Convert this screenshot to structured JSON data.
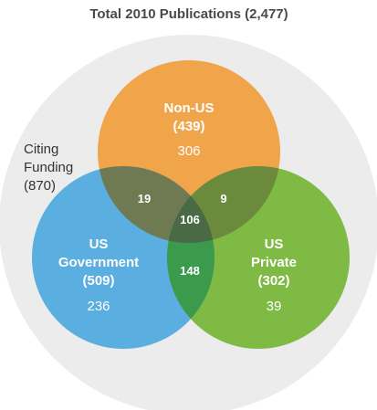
{
  "title": "Total 2010 Publications (2,477)",
  "outer": {
    "label_line1": "Citing",
    "label_line2": "Funding",
    "count": "(870)"
  },
  "sets": {
    "non_us": {
      "name": "Non-US",
      "total": "(439)",
      "only": "306",
      "color": "#f0a54a"
    },
    "us_government": {
      "name_line1": "US",
      "name_line2": "Government",
      "total": "(509)",
      "only": "236",
      "color": "#5aaee0"
    },
    "us_private": {
      "name_line1": "US",
      "name_line2": "Private",
      "total": "(302)",
      "only": "39",
      "color": "#7fba45"
    }
  },
  "overlaps": {
    "non_us_and_us_government": "19",
    "non_us_and_us_private": "9",
    "all_three": "106",
    "us_government_and_us_private": "148"
  },
  "colors": {
    "outer_circle": "#ececec",
    "overlap_ng": "#6f7a52",
    "overlap_np": "#6c8a3c",
    "overlap_gp": "#3c9a4c",
    "overlap_all": "#4a6a46"
  }
}
